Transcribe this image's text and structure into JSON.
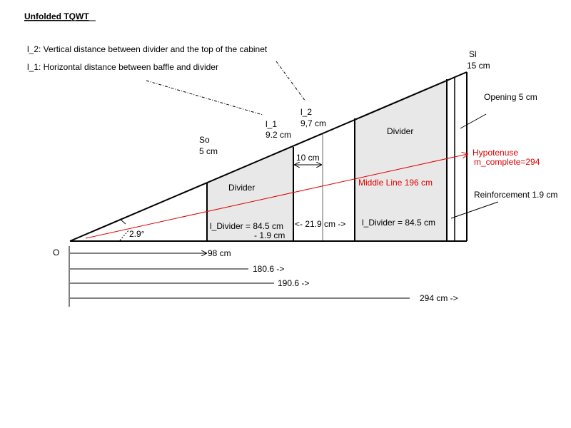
{
  "title": "Unfolded TQWT",
  "legend": {
    "l2": "l_2: Vertical distance between divider and the top of the cabinet",
    "l1": "l_1: Horizontal distance between baffle and divider"
  },
  "labels": {
    "sl_name": "Sl",
    "sl_value": "15 cm",
    "opening": "Opening 5 cm",
    "l2_name": "l_2",
    "l2_value": "9,7 cm",
    "l1_name": "l_1",
    "l1_value": "9.2 cm",
    "so_name": "So",
    "so_value": "5 cm",
    "divider_left": "Divider",
    "divider_right": "Divider",
    "gap_10": "10 cm",
    "hypotenuse": "Hypotenuse",
    "m_complete": "m_complete=294",
    "middle_line": "Middle Line 196 cm",
    "reinforcement": "Reinforcement 1.9 cm",
    "angle": "2.9°",
    "l_divider_left_1": "l_Divider = 84.5 cm",
    "l_divider_left_2": "- 1.9 cm",
    "gap_21_9": "<- 21.9 cm  ->",
    "l_divider_right": "l_Divider = 84.5 cm",
    "origin": "O",
    "dim_98": "98 cm",
    "dim_180": "180.6  ->",
    "dim_190": "190.6 ->",
    "dim_294": "294 cm  ->"
  },
  "colors": {
    "line": "#000000",
    "accent_red": "#e00000",
    "divider_fill": "#e8e8e8"
  }
}
